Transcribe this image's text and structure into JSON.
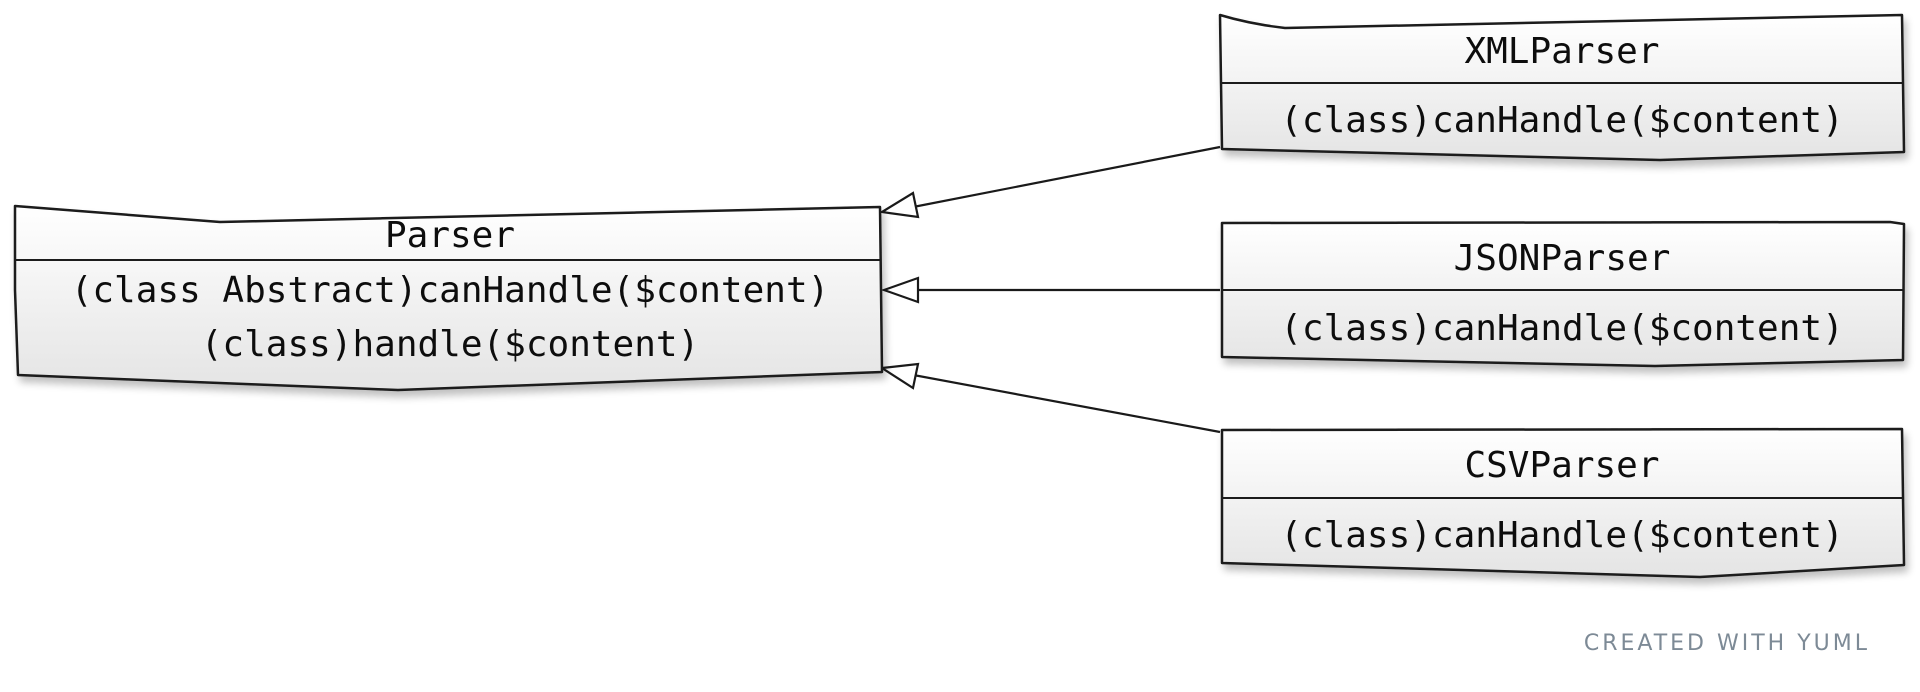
{
  "diagram": {
    "classes": {
      "parser": {
        "name": "Parser",
        "methods": [
          "(class Abstract)canHandle($content)",
          "(class)handle($content)"
        ]
      },
      "xml_parser": {
        "name": "XMLParser",
        "methods": [
          "(class)canHandle($content)"
        ]
      },
      "json_parser": {
        "name": "JSONParser",
        "methods": [
          "(class)canHandle($content)"
        ]
      },
      "csv_parser": {
        "name": "CSVParser",
        "methods": [
          "(class)canHandle($content)"
        ]
      }
    },
    "relations": [
      {
        "from": "xml_parser",
        "to": "parser",
        "type": "inheritance"
      },
      {
        "from": "json_parser",
        "to": "parser",
        "type": "inheritance"
      },
      {
        "from": "csv_parser",
        "to": "parser",
        "type": "inheritance"
      }
    ]
  },
  "watermark": "CREATED WITH YUML",
  "colors": {
    "box_fill_top": "#ffffff",
    "box_fill_bottom": "#e4e4e4",
    "stroke": "#1a1a1a",
    "watermark": "#7d8a96"
  }
}
